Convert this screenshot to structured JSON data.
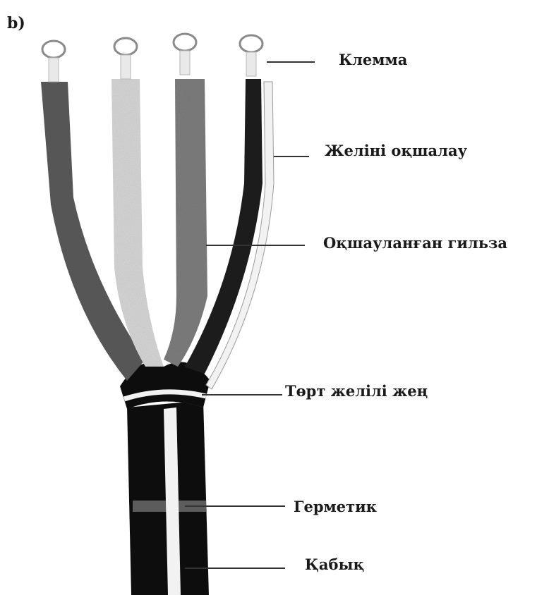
{
  "panel_letter": "b)",
  "labels": [
    "Клемма",
    "Желіні оқшалау",
    "Оқшауланған гильза",
    "Төрт желілі жең",
    "Герметик",
    "Қабық"
  ],
  "colors": {
    "background": "#ffffff",
    "text": "#1a1a1a",
    "leader_line": "#333333",
    "jacket": "#111111",
    "conductor_dark_gray": "#5a5a5a",
    "conductor_light_gray": "#d6d6d6",
    "conductor_mid_gray": "#7d7d7d",
    "conductor_black": "#1c1c1c",
    "sleeve_white": "#f2f2f2",
    "terminal": "#e9e9e9"
  }
}
